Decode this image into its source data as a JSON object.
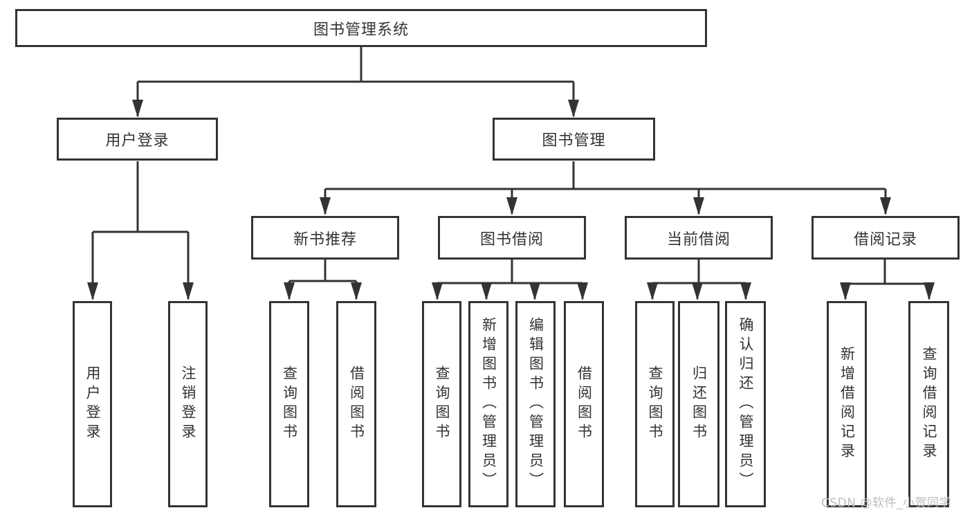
{
  "tree": {
    "root": {
      "label": "图书管理系统"
    },
    "level2": [
      {
        "id": "user-login",
        "label": "用户登录"
      },
      {
        "id": "book-management",
        "label": "图书管理"
      }
    ],
    "level3": [
      {
        "id": "new-book-recommend",
        "label": "新书推荐"
      },
      {
        "id": "book-borrow",
        "label": "图书借阅"
      },
      {
        "id": "current-borrow",
        "label": "当前借阅"
      },
      {
        "id": "borrow-records",
        "label": "借阅记录"
      }
    ],
    "leaves": [
      {
        "parent": "user-login",
        "label": "用户登录"
      },
      {
        "parent": "user-login",
        "label": "注销登录"
      },
      {
        "parent": "new-book-recommend",
        "label": "查询图书"
      },
      {
        "parent": "new-book-recommend",
        "label": "借阅图书"
      },
      {
        "parent": "book-borrow",
        "label": "查询图书"
      },
      {
        "parent": "book-borrow",
        "label": "新增图书（管理员）"
      },
      {
        "parent": "book-borrow",
        "label": "编辑图书（管理员）"
      },
      {
        "parent": "book-borrow",
        "label": "借阅图书"
      },
      {
        "parent": "current-borrow",
        "label": "查询图书"
      },
      {
        "parent": "current-borrow",
        "label": "归还图书"
      },
      {
        "parent": "current-borrow",
        "label": "确认归还（管理员）"
      },
      {
        "parent": "borrow-records",
        "label": "新增借阅记录"
      },
      {
        "parent": "borrow-records",
        "label": "查询借阅记录"
      }
    ]
  },
  "watermark": {
    "text": "CSDN @软件_小贺同学",
    "color": "#bcbcbc"
  },
  "colors": {
    "line": "#333333",
    "text": "#333333",
    "background": "#ffffff"
  }
}
